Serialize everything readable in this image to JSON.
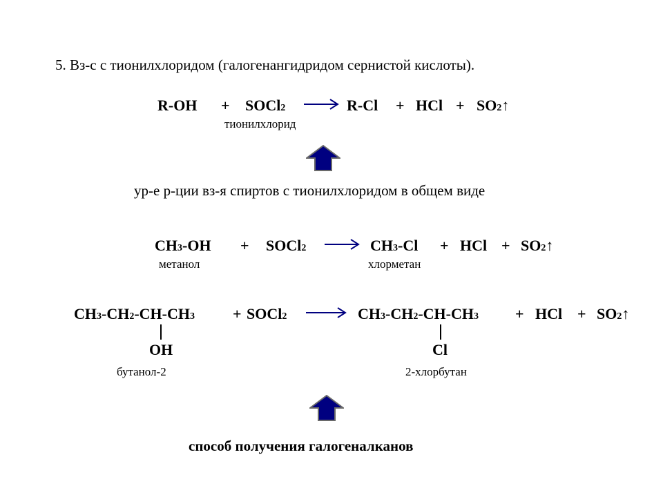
{
  "title": "5.   Вз-с с тионилхлоридом (галогенангидридом сернистой кислоты).",
  "eq1": {
    "reactant1": "R-OH",
    "plus1": "+",
    "reagent": "SOCl",
    "reagent_sub": "2",
    "product1": "R-Cl",
    "plus2": "+",
    "product2": "HCl",
    "plus3": "+",
    "product3": "SO",
    "product3_sub": "2",
    "gas": "↑",
    "reagent_label": "тионилхлорид"
  },
  "caption1": "ур-е р-ции вз-я спиртов с тионилхлоридом в общем виде",
  "eq2": {
    "r1_a": "CH",
    "r1_a_sub": "3",
    "r1_b": "-OH",
    "plus1": "+",
    "reagent": "SOCl",
    "reagent_sub": "2",
    "p1_a": "CH",
    "p1_a_sub": "3",
    "p1_b": "-Cl",
    "plus2": "+",
    "product2": "HCl",
    "plus3": "+",
    "product3": "SO",
    "product3_sub": "2",
    "gas": "↑",
    "reactant_label": "метанол",
    "product_label": "хлорметан"
  },
  "eq3": {
    "r_ch3a": "CH",
    "r_ch3a_sub": "3",
    "r_ch2": "-CH",
    "r_ch2_sub": "2",
    "r_ch": "-CH-CH",
    "r_ch3b_sub": "3",
    "plus1": "+",
    "reagent": "SOCl",
    "reagent_sub": "2",
    "p_ch3a": "CH",
    "p_ch3a_sub": "3",
    "p_ch2": "-CH",
    "p_ch2_sub": "2",
    "p_ch": "-CH-CH",
    "p_ch3b_sub": "3",
    "plus2": "+",
    "product2": "HCl",
    "plus3": "+",
    "product3": "SO",
    "product3_sub": "2",
    "gas": "↑",
    "oh_group": "OH",
    "cl_group": "Cl",
    "reactant_label": "бутанол-2",
    "product_label": "2-хлорбутан"
  },
  "caption2": "способ получения галогеналканов",
  "colors": {
    "arrow": "#000080",
    "text": "#000000"
  }
}
